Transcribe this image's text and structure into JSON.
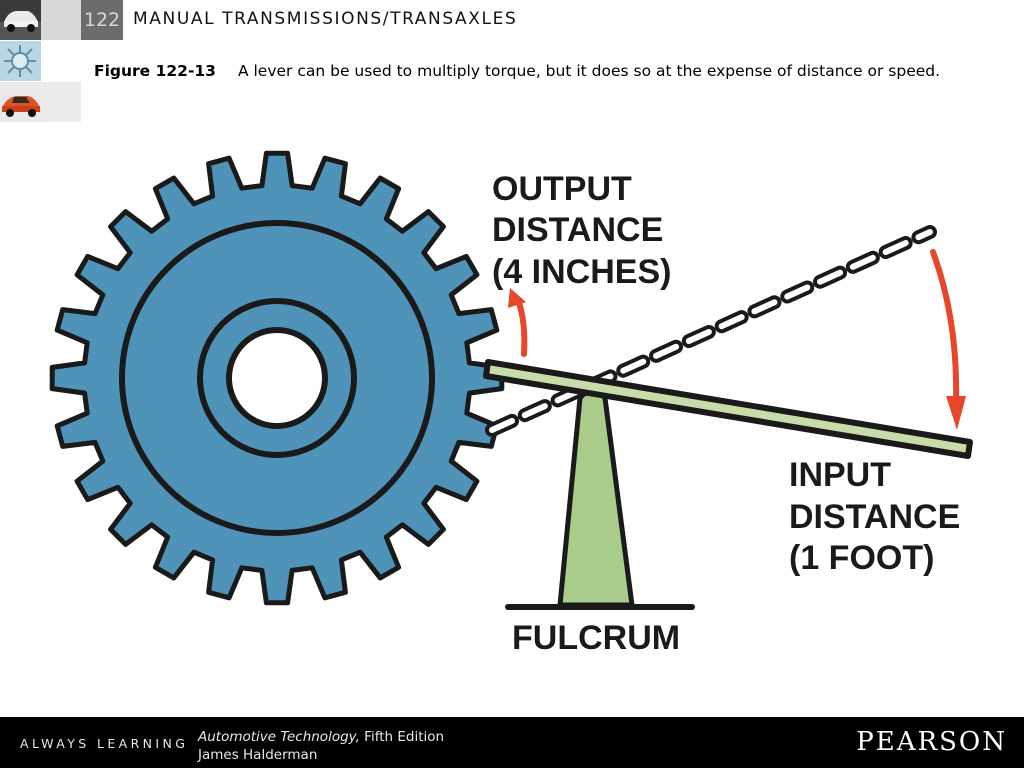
{
  "header": {
    "chapter_number": "122",
    "chapter_title": "MANUAL TRANSMISSIONS/TRANSAXLES"
  },
  "caption": {
    "figure_label": "Figure 122-13",
    "text": "A lever can be used to multiply torque, but it does so at the expense of distance or speed."
  },
  "diagram": {
    "output_label_lines": [
      "OUTPUT",
      "DISTANCE",
      "(4 INCHES)"
    ],
    "input_label_lines": [
      "INPUT",
      "DISTANCE",
      "(1 FOOT)"
    ],
    "fulcrum_label": "FULCRUM",
    "colors": {
      "gear": "#4f94b8",
      "fulcrum": "#a9cc8a",
      "lever": "#c8dcaa",
      "arrow": "#e8452a",
      "outline": "#1a1a1a"
    }
  },
  "footer": {
    "tagline": "ALWAYS LEARNING",
    "book_title": "Automotive Technology,",
    "book_edition": " Fifth Edition",
    "author": "James Halderman",
    "publisher": "PEARSON"
  }
}
